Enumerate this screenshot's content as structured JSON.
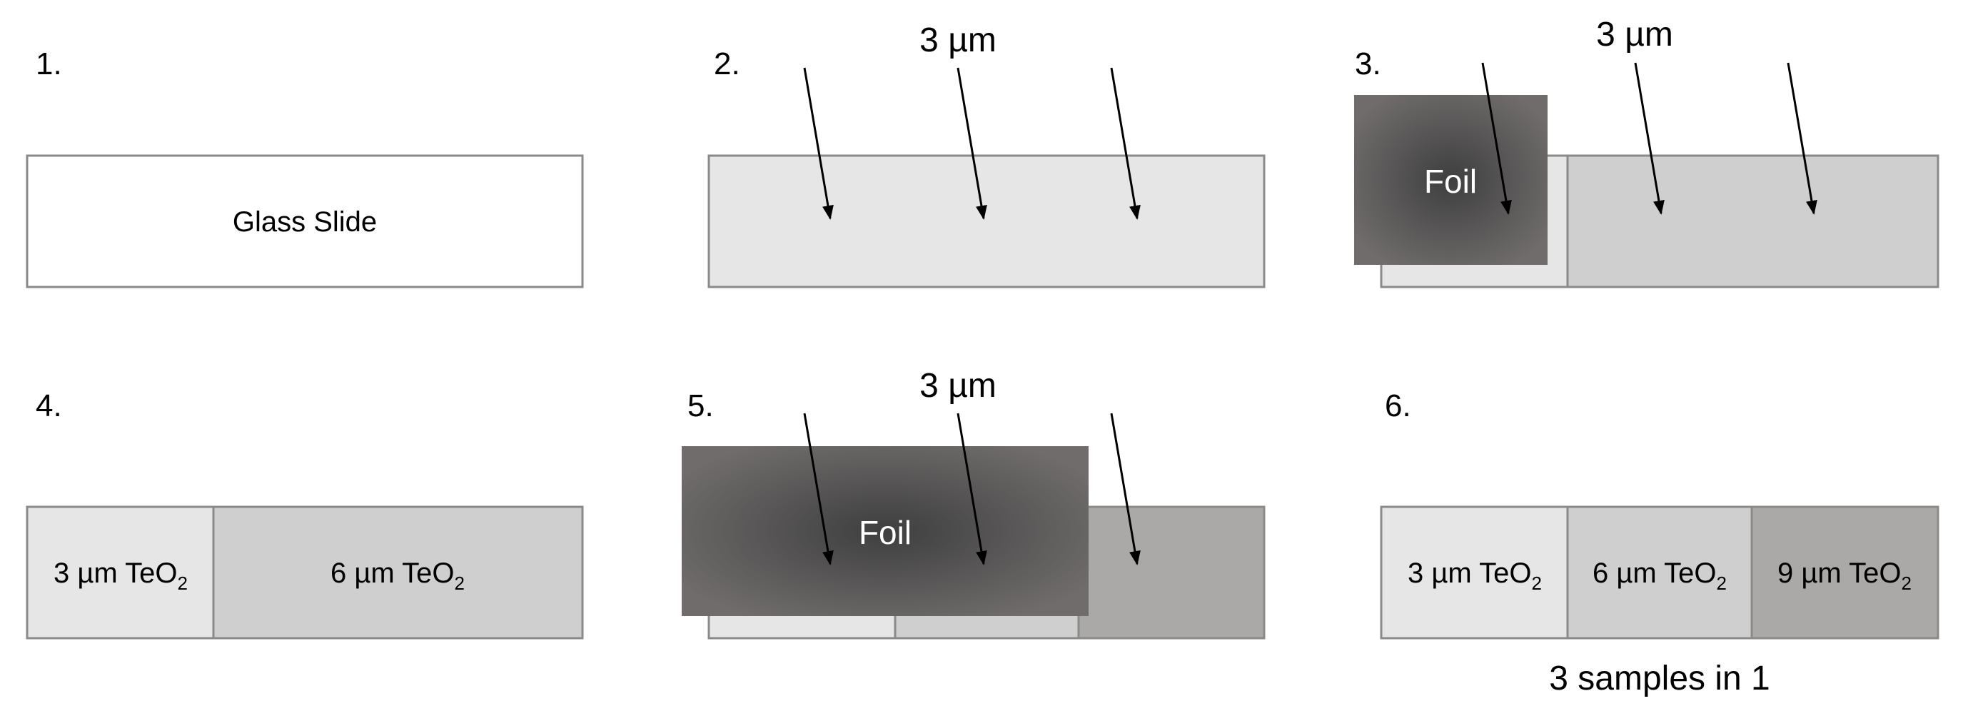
{
  "steps": {
    "s1": {
      "number": "1.",
      "slide_label": "Glass Slide"
    },
    "s2": {
      "number": "2.",
      "deposit_label": "3 µm"
    },
    "s3": {
      "number": "3.",
      "deposit_label": "3 µm",
      "foil_label": "Foil"
    },
    "s4": {
      "number": "4.",
      "segments": [
        {
          "main": "3 µm TeO",
          "sub": "2"
        },
        {
          "main": "6 µm TeO",
          "sub": "2"
        }
      ]
    },
    "s5": {
      "number": "5.",
      "deposit_label": "3 µm",
      "foil_label": "Foil"
    },
    "s6": {
      "number": "6.",
      "segments": [
        {
          "main": "3 µm TeO",
          "sub": "2"
        },
        {
          "main": "6 µm TeO",
          "sub": "2"
        },
        {
          "main": "9 µm TeO",
          "sub": "2"
        }
      ],
      "caption": "3 samples in 1"
    }
  },
  "colors": {
    "glass": "#ffffff",
    "layer_3um": "#e6e6e6",
    "layer_6um": "#d0cfd0",
    "layer_9um": "#aaa9a8",
    "foil_center": "#3f3f3f",
    "foil_edge": "#706c6c",
    "border": "#8a8a8a",
    "arrow": "#000000"
  }
}
